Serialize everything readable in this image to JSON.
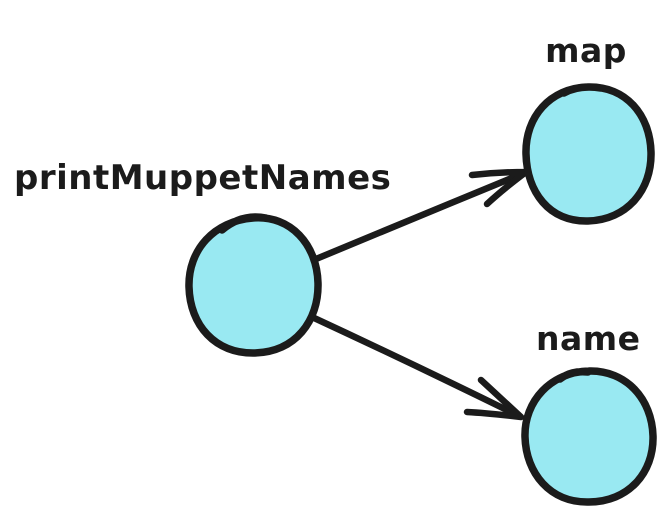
{
  "diagram": {
    "type": "hand-drawn node-link diagram",
    "nodes": [
      {
        "id": "source",
        "label": "printMuppetNames"
      },
      {
        "id": "map",
        "label": "map"
      },
      {
        "id": "name",
        "label": "name"
      }
    ],
    "edges": [
      {
        "from": "printMuppetNames",
        "to": "map"
      },
      {
        "from": "printMuppetNames",
        "to": "name"
      }
    ],
    "colors": {
      "background": "#ffffff",
      "stroke": "#1b1b1b",
      "node_fill": "#99e9f2",
      "text": "#1b1b1b"
    }
  }
}
